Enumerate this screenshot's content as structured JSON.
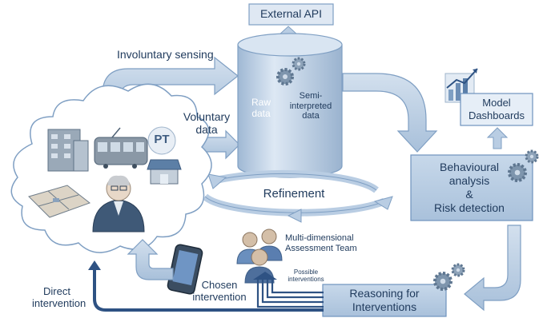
{
  "external_api": "External API",
  "involuntary_sensing": "Involuntary sensing",
  "voluntary_data": [
    "Voluntary",
    "data"
  ],
  "raw_data": [
    "Raw",
    "data"
  ],
  "semi_interpreted": [
    "Semi-",
    "interpreted",
    "data"
  ],
  "model_dashboards": [
    "Model",
    "Dashboards"
  ],
  "behavioural": [
    "Behavioural",
    "analysis",
    "&",
    "Risk detection"
  ],
  "refinement": "Refinement",
  "pt_label": "PT",
  "team": [
    "Multi-dimensional",
    "Assessment Team"
  ],
  "possible": [
    "Possible",
    "interventions"
  ],
  "chosen": [
    "Chosen",
    "intervention"
  ],
  "direct": [
    "Direct",
    "intervention"
  ],
  "reasoning": [
    "Reasoning for",
    "Interventions"
  ],
  "colors": {
    "arrow_fill": "#b9cde3",
    "arrow_stroke": "#7f9fc3",
    "box_fill": "#b3c9e0",
    "box_stroke": "#6f93bd",
    "dark_arrow": "#2e5283",
    "text": "#1f3a5c"
  }
}
